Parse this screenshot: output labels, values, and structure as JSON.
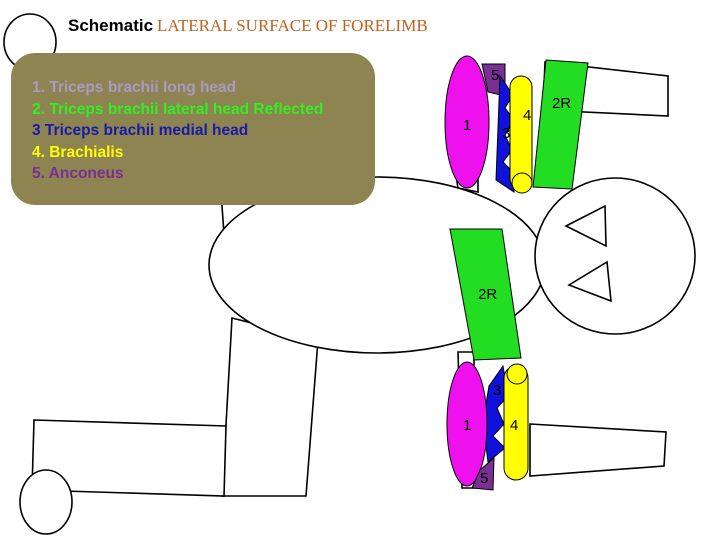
{
  "title": {
    "lead": "Schematic",
    "subject": "LATERAL  SURFACE OF FORELIMB"
  },
  "legend": {
    "items": [
      {
        "text": "1. Triceps brachii long head",
        "color": "#a79ac3"
      },
      {
        "text": "2. Triceps brachii lateral head Reflected",
        "color": "#33ee22"
      },
      {
        "text": "3 Triceps brachii medial head",
        "color": "#1a1aa8"
      },
      {
        "text": "4. Brachialis",
        "color": "#ffff00"
      },
      {
        "text": "5. Anconeus",
        "color": "#7a2f95"
      }
    ]
  },
  "labels": {
    "m1": "1",
    "m2r": "2R",
    "m3": "3",
    "m4": "4",
    "m5": "5"
  },
  "colors": {
    "long_head": "#ee11ee",
    "lateral_head": "#22dd22",
    "medial_head": "#1111dd",
    "brachialis": "#ffff00",
    "anconeus": "#7a2f95",
    "outline": "#000000",
    "legend_box": "#8e8452",
    "title_subject": "#c2621f"
  }
}
